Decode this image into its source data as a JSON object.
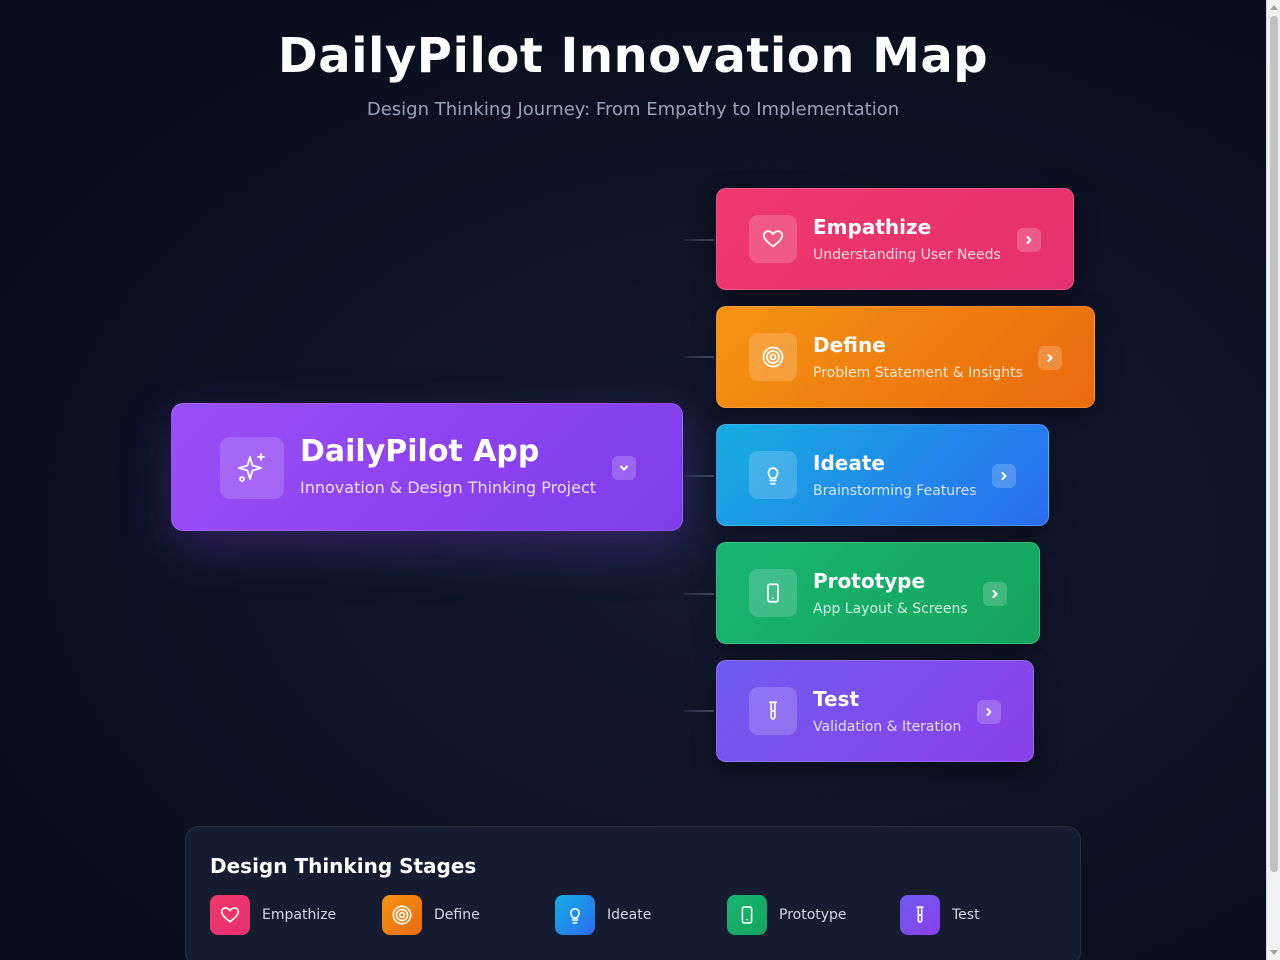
{
  "header": {
    "title": "DailyPilot Innovation Map",
    "subtitle": "Design Thinking Journey: From Empathy to Implementation"
  },
  "center_node": {
    "title": "DailyPilot App",
    "subtitle": "Innovation & Design Thinking Project",
    "icon": "sparkles-icon",
    "toggle_icon": "chevron-down-icon",
    "gradient": [
      "#9b4ff7",
      "#7f3deb"
    ]
  },
  "stages": [
    {
      "title": "Empathize",
      "subtitle": "Understanding User Needs",
      "icon": "heart-icon",
      "colors": [
        "#f0386b",
        "#e5306f"
      ]
    },
    {
      "title": "Define",
      "subtitle": "Problem Statement & Insights",
      "icon": "target-icon",
      "colors": [
        "#f59412",
        "#ea6a0f"
      ]
    },
    {
      "title": "Ideate",
      "subtitle": "Brainstorming Features",
      "icon": "lightbulb-icon",
      "colors": [
        "#16aee0",
        "#2b6cf0"
      ]
    },
    {
      "title": "Prototype",
      "subtitle": "App Layout & Screens",
      "icon": "smartphone-icon",
      "colors": [
        "#19b473",
        "#14a55c"
      ]
    },
    {
      "title": "Test",
      "subtitle": "Validation & Iteration",
      "icon": "test-tube-icon",
      "colors": [
        "#6f5cf1",
        "#8b3fe8"
      ]
    }
  ],
  "legend": {
    "title": "Design Thinking Stages",
    "items": [
      {
        "label": "Empathize",
        "icon": "heart-icon"
      },
      {
        "label": "Define",
        "icon": "target-icon"
      },
      {
        "label": "Ideate",
        "icon": "lightbulb-icon"
      },
      {
        "label": "Prototype",
        "icon": "smartphone-icon"
      },
      {
        "label": "Test",
        "icon": "test-tube-icon"
      }
    ]
  }
}
